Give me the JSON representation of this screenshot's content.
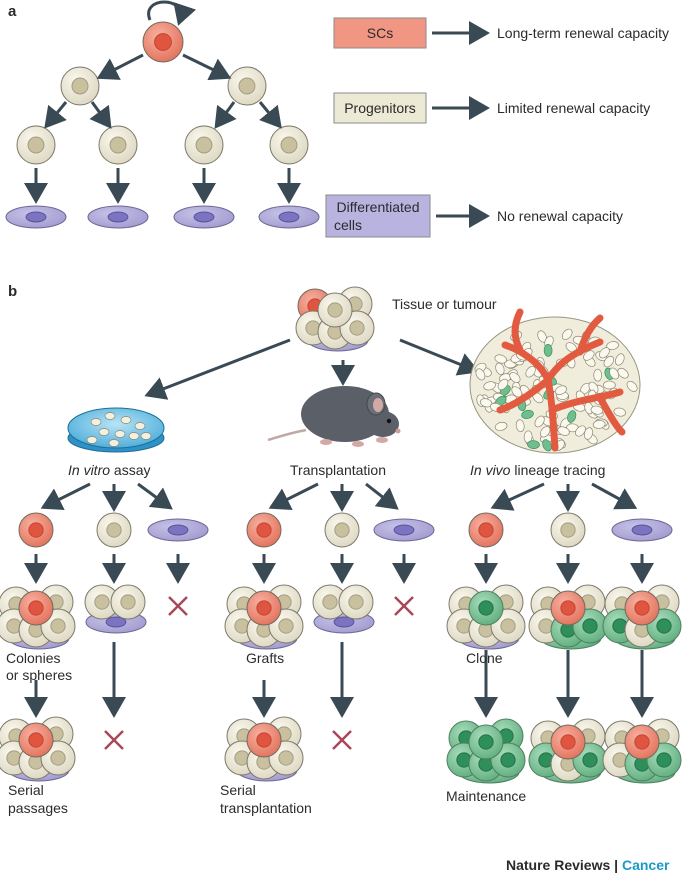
{
  "panels": {
    "a": "a",
    "b": "b"
  },
  "legend": {
    "sc": {
      "box": "SCs",
      "text": "Long-term renewal capacity"
    },
    "progenitors": {
      "box": "Progenitors",
      "text": "Limited renewal capacity"
    },
    "differentiated": {
      "box_line1": "Differentiated",
      "box_line2": "cells",
      "text": "No renewal capacity"
    }
  },
  "b": {
    "source": "Tissue or tumour",
    "methods": {
      "in_vitro": {
        "italic": "In vitro",
        "rest": " assay"
      },
      "transplantation": {
        "label": "Transplantation"
      },
      "in_vivo": {
        "italic": "In vivo",
        "rest": " lineage tracing"
      }
    },
    "results": {
      "colonies_1": "Colonies",
      "colonies_2": "or spheres",
      "serial_passages_1": "Serial",
      "serial_passages_2": "passages",
      "grafts": "Grafts",
      "serial_transplantation_1": "Serial",
      "serial_transplantation_2": "transplantation",
      "clone": "Clone",
      "maintenance": "Maintenance"
    }
  },
  "credit": {
    "journal": "Nature Reviews",
    "sep": " | ",
    "section": "Cancer"
  },
  "colors": {
    "stem": "#ef8b75",
    "progenitor": "#ece8d6",
    "differentiated": "#a9a4d4",
    "clone": "#6fbf8e",
    "arrow": "#3a4a55",
    "cross": "#a8485a",
    "vessel": "#e25a40",
    "mouse": "#5a5f68",
    "dish": "#59b7e0"
  }
}
